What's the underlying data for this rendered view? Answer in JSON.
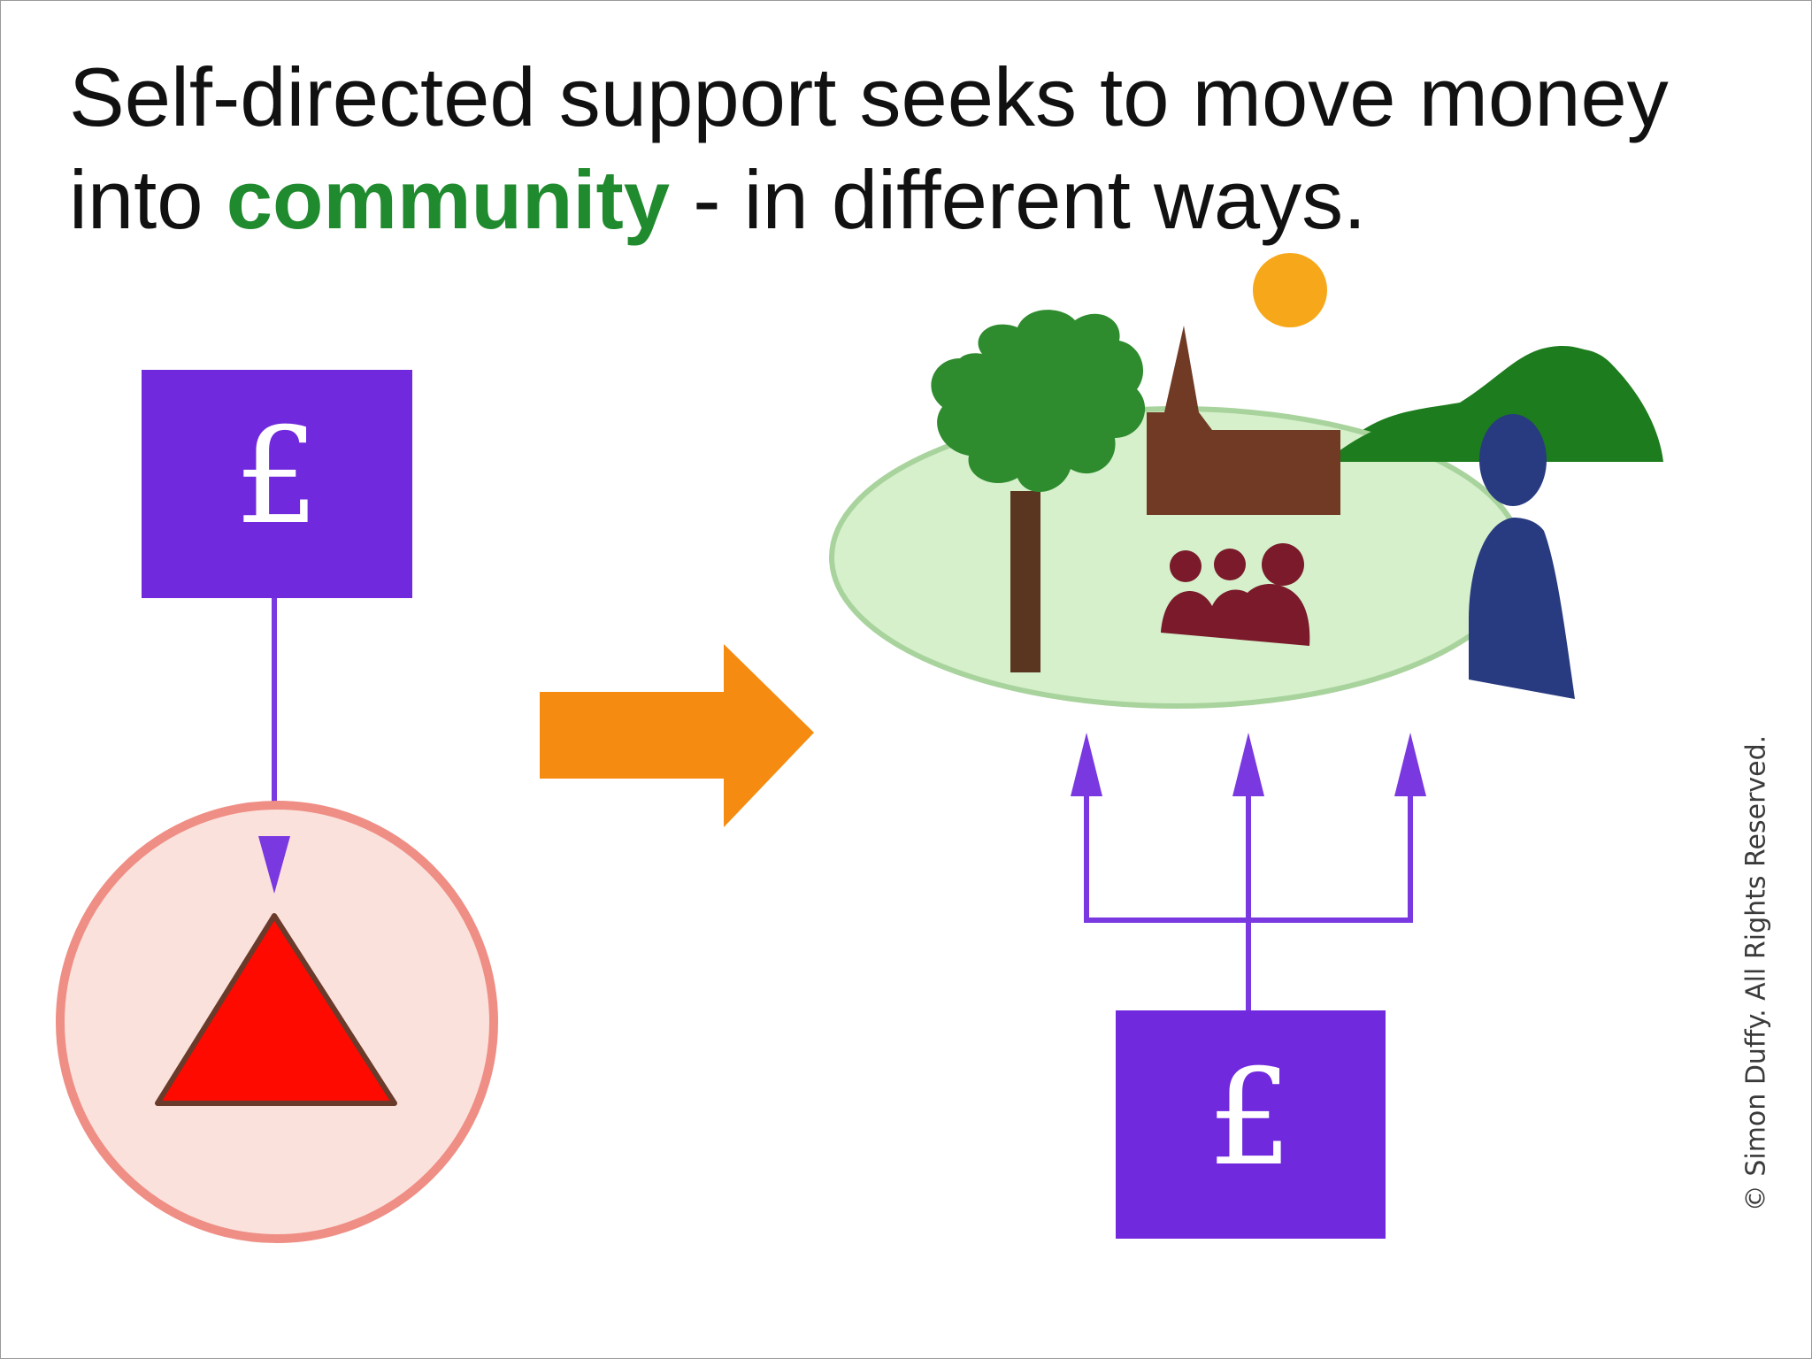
{
  "slide": {
    "title_part1": "Self-directed support seeks to move money into ",
    "title_accent": "community",
    "title_part2": " - in different ways.",
    "copyright": "© Simon Duffy. All Rights Reserved."
  },
  "diagram": {
    "money_symbol": "£",
    "colors": {
      "money_box": "#7029dc",
      "flow_arrow": "#7a38e0",
      "transition_arrow": "#f58b10",
      "service_circle_fill": "#fbe1dc",
      "service_circle_stroke": "#ef8e85",
      "service_triangle": "#ff0a00",
      "community_oval_fill": "#d5f0cb",
      "community_oval_stroke": "#a8d39c",
      "tree_crown": "#2e8b2e",
      "tree_trunk": "#5a3520",
      "church": "#713a24",
      "hills": "#1d7c1d",
      "people_group": "#7a1a2a",
      "person": "#283a80",
      "sun": "#f7a81a",
      "title_accent": "#1f8a2e"
    }
  }
}
